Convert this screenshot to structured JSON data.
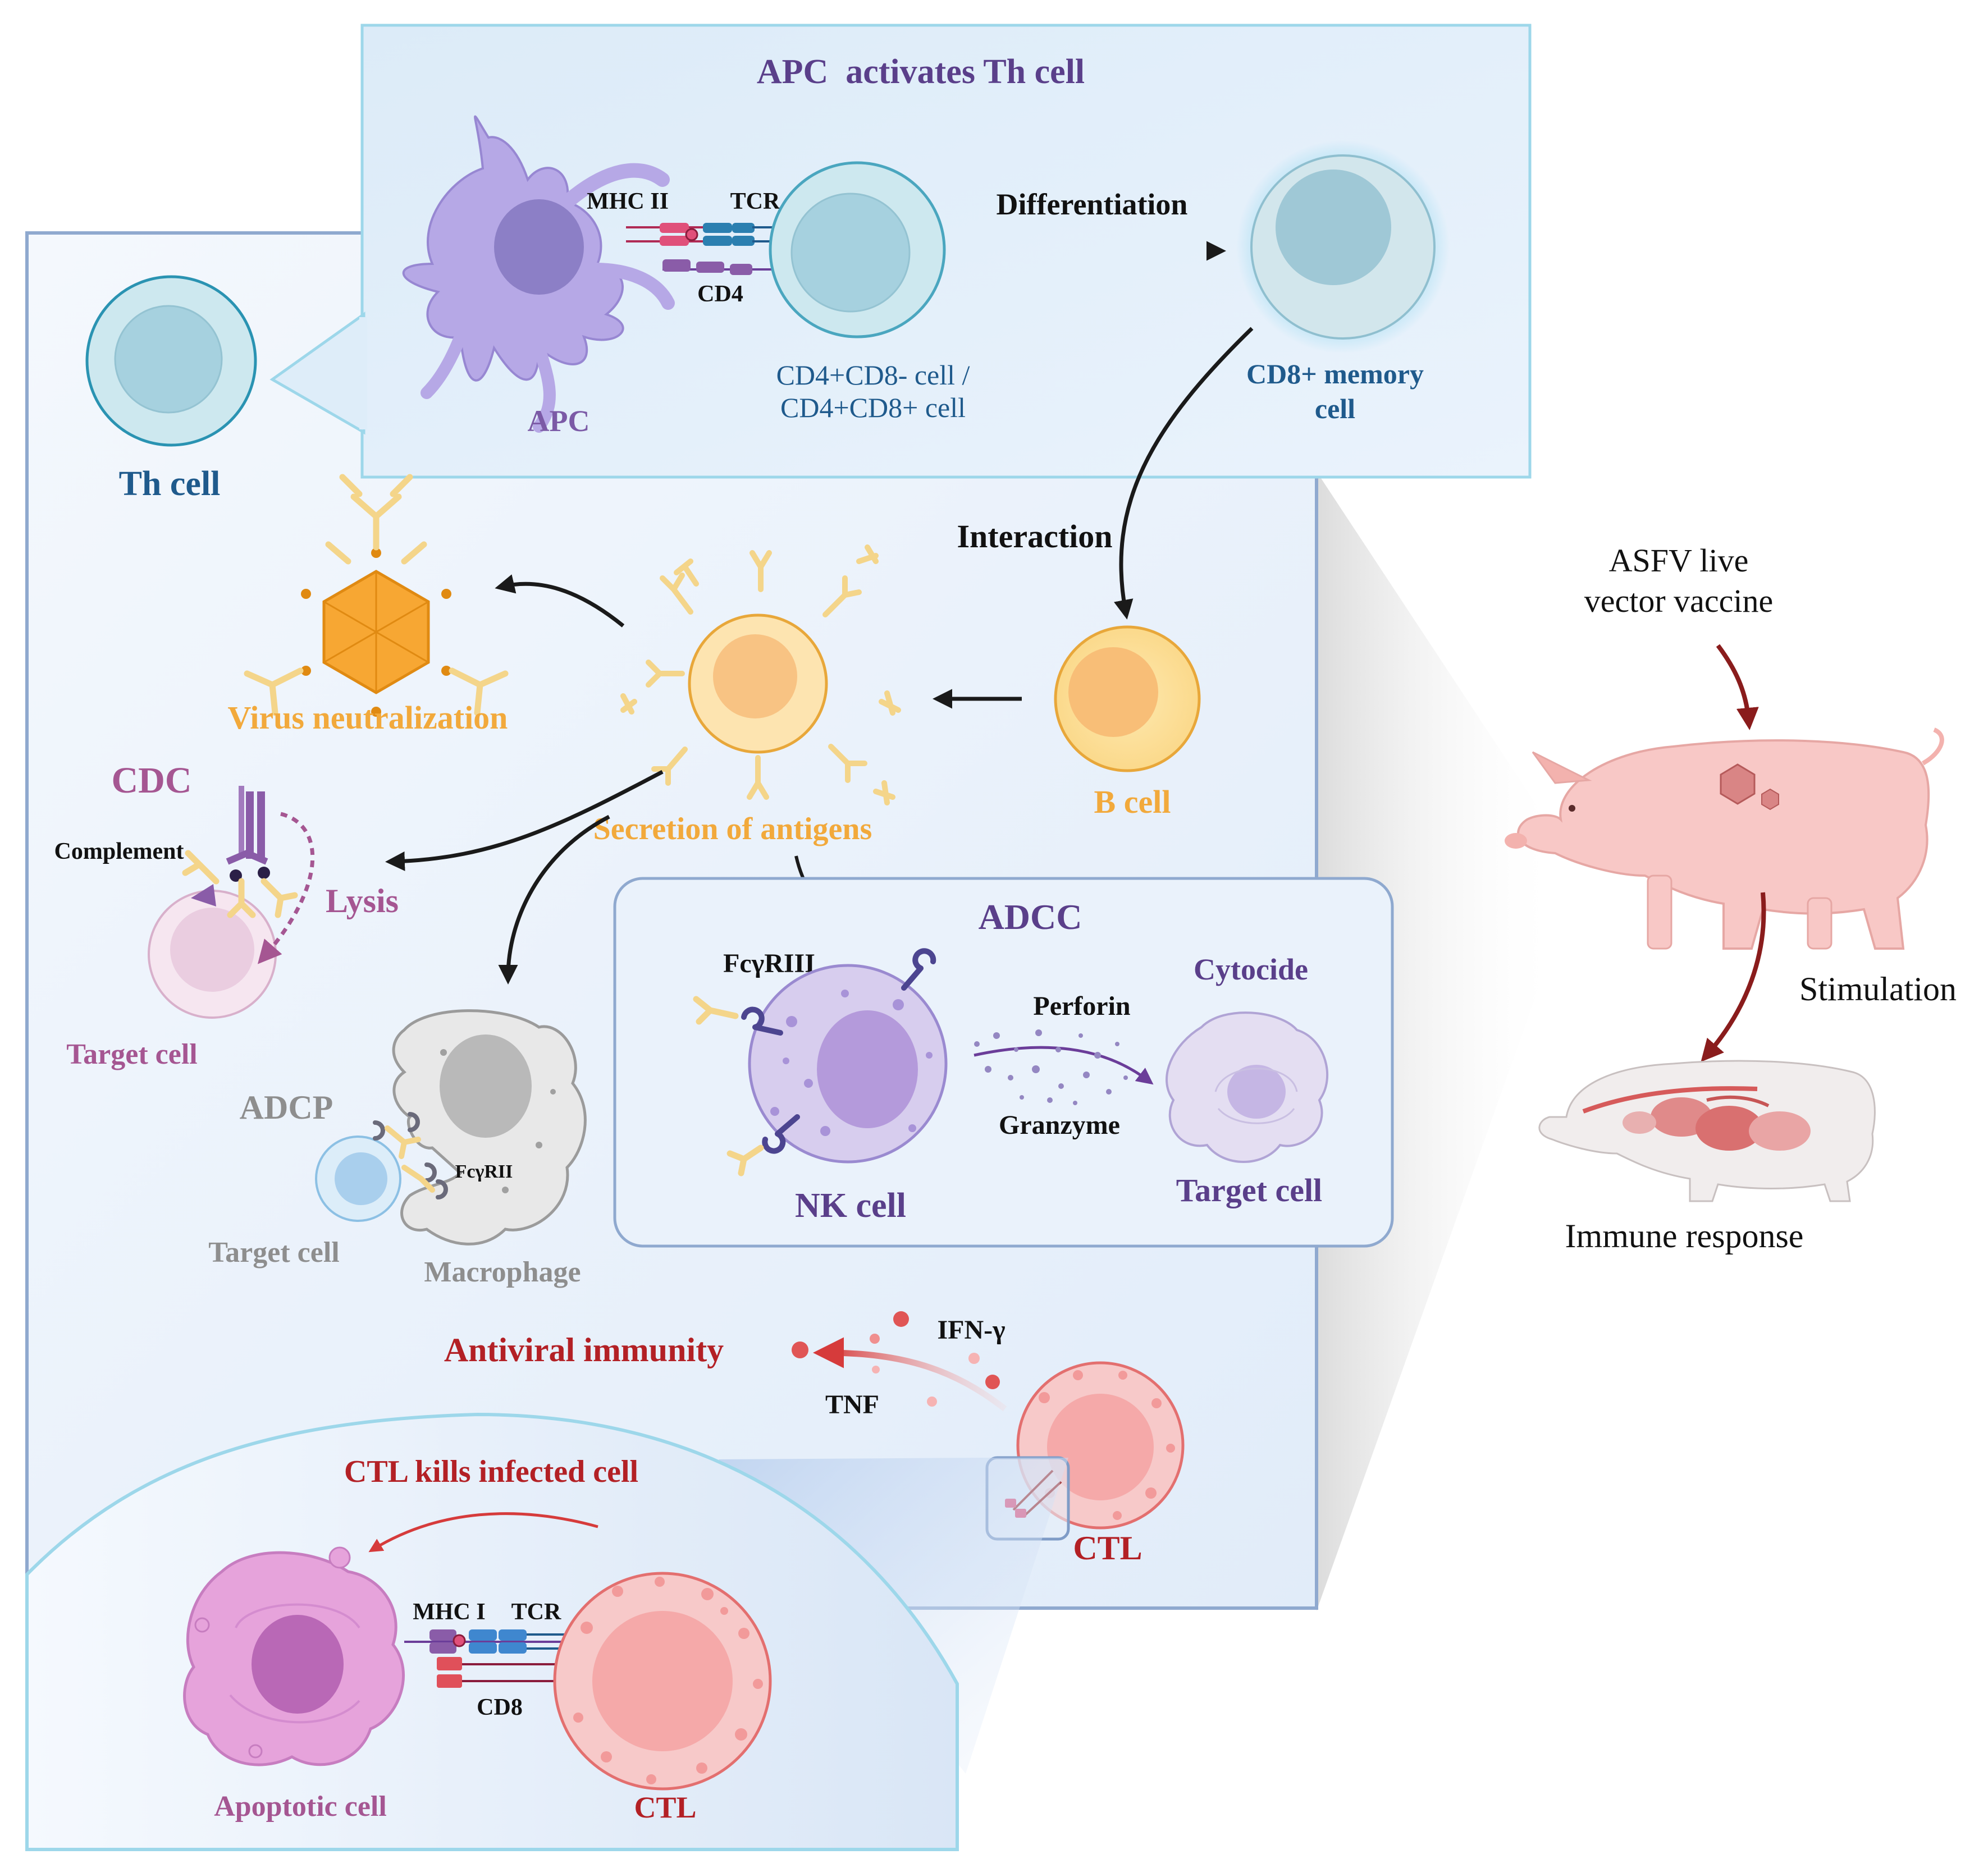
{
  "colors": {
    "purple_title": "#5a3f8a",
    "blue_label": "#1f5a8c",
    "orange_label": "#f2a93b",
    "mauve_label": "#a55692",
    "gray_label": "#8e8e8e",
    "red_label": "#b32025",
    "panel_fill": "#e6f0fb",
    "panel_stroke": "#8fa9cf",
    "top_panel_stroke": "#9dd7ea",
    "arrow_dark": "#1a1a1a",
    "arrow_red": "#8a1c1c"
  },
  "apc_section": {
    "title": "APC  activates Th cell",
    "mhc2": "MHC II",
    "tcr": "TCR",
    "cd4": "CD4",
    "apc": "APC",
    "cd4_cell_line1": "CD4+CD8- cell /",
    "cd4_cell_line2": "CD4+CD8+ cell",
    "differentiation": "Differentiation",
    "memory_line1": "CD8+ memory",
    "memory_line2": "cell"
  },
  "th_cell": "Th cell",
  "interaction": "Interaction",
  "b_cell": "B cell",
  "secretion": "Secretion of antigens",
  "virus_neutralization": "Virus neutralization",
  "cdc": {
    "title": "CDC",
    "complement": "Complement",
    "lysis": "Lysis",
    "target": "Target cell"
  },
  "adcp": {
    "title": "ADCP",
    "fcr": "FcγRII",
    "target": "Target cell",
    "macrophage": "Macrophage"
  },
  "adcc": {
    "title": "ADCC",
    "fcr": "FcγRIII",
    "perforin": "Perforin",
    "granzyme": "Granzyme",
    "cytocide": "Cytocide",
    "target": "Target cell",
    "nk": "NK cell"
  },
  "antiviral": {
    "title": "Antiviral immunity",
    "ifn": "IFN-γ",
    "tnf": "TNF",
    "ctl": "CTL"
  },
  "ctl_kill": {
    "title": "CTL kills infected cell",
    "mhc1": "MHC I",
    "tcr": "TCR",
    "cd8": "CD8",
    "apoptotic": "Apoptotic cell",
    "ctl": "CTL"
  },
  "vaccine": {
    "line1": "ASFV live",
    "line2": "vector vaccine",
    "stimulation": "Stimulation",
    "immune_response": "Immune response"
  }
}
